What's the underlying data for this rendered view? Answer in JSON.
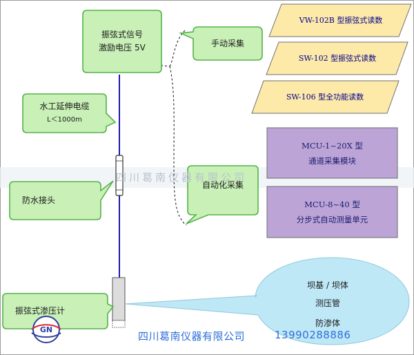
{
  "colors": {
    "callout_fill": "#c9f0b7",
    "callout_stroke": "#54b24a",
    "readout_fill": "#fde9a8",
    "readout_stroke": "#6f6f6f",
    "module_fill": "#bca5d6",
    "module_stroke": "#6d6d6d",
    "cable": "#1a1aa8",
    "bubble_fill": "#bfe8f7",
    "footer_text": "#2f6fd8"
  },
  "callouts": {
    "signal": {
      "line1": "振弦式信号",
      "line2": "激励电压 5V"
    },
    "manual": "手动采集",
    "cable": {
      "line1": "水工延伸电缆",
      "line2": "L＜1000m"
    },
    "joint": "防水接头",
    "auto": "自动化采集",
    "sensor": "振弦式渗压计"
  },
  "readouts": [
    "VW-102B 型振弦式读数",
    "SW-102 型振弦式读数",
    "SW-106 型全功能读数"
  ],
  "modules": [
    {
      "line1": "MCU-1~20X 型",
      "line2": "通道采集模块"
    },
    {
      "line1": "MCU-8~40 型",
      "line2": "分步式自动测量单元"
    }
  ],
  "bubble": {
    "line1": "坝基 / 坝体",
    "line2": "测压管",
    "line3": "防渗体"
  },
  "watermark": "四川葛南仪器有限公司",
  "footer": {
    "company": "四川葛南仪器有限公司",
    "phone": "13990288886"
  },
  "logo": {
    "letters": "GN"
  }
}
